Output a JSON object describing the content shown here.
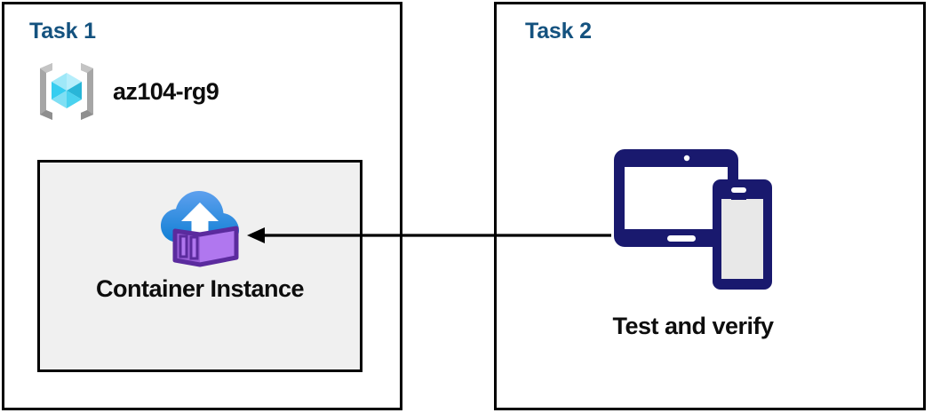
{
  "diagram": {
    "title": "Azure Container Instance task diagram",
    "background": "#ffffff",
    "panel_border_color": "#000000",
    "accent_color": "#14527f",
    "box_fill": "#f0f0f0",
    "arrow_color": "#000000",
    "device_color": "#19196e",
    "panels": [
      {
        "id": "task1",
        "title": "Task 1",
        "resource_group": {
          "icon": "azure-resource-group-icon",
          "label": "az104-rg9"
        },
        "resource_box": {
          "icon": "azure-container-instance-icon",
          "caption": "Container Instance"
        }
      },
      {
        "id": "task2",
        "title": "Task 2",
        "device": {
          "icon": "tablet-and-phone-icon",
          "caption": "Test and verify"
        }
      }
    ],
    "connector": {
      "name": "flow-arrow",
      "direction": "right-to-left",
      "from": "Test and verify",
      "to": "Container Instance"
    }
  }
}
